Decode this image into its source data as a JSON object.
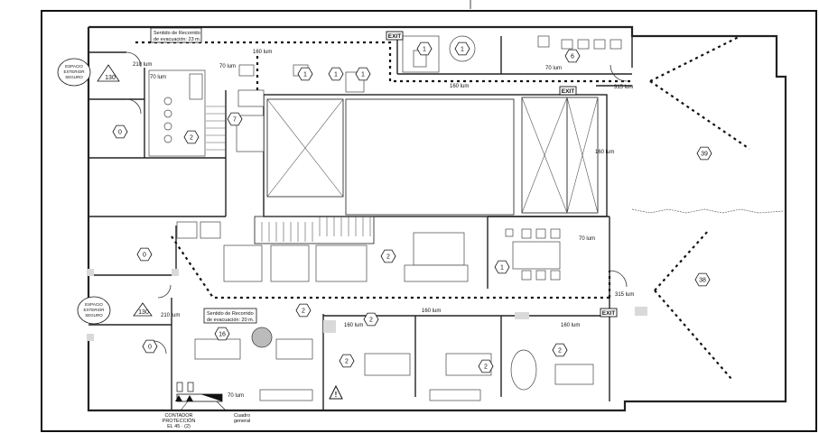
{
  "notes": {
    "route_long": [
      "Sentido de Recorrido",
      "de evacuación: 23 m."
    ],
    "route_short": [
      "Sentido de Recorrido",
      "de evacuación: 20 m."
    ]
  },
  "exterior": {
    "safe_space": [
      "ESPACIO",
      "EXTERIOR",
      "SEGURO"
    ]
  },
  "exit_label": "EXIT",
  "meter": {
    "counter": [
      "CONTADOR",
      "PROTECCIÓN",
      "EL 45 · (2)"
    ],
    "panel": [
      "Cuadro",
      "general"
    ]
  },
  "luminaires": {
    "l160": "160 lum",
    "l70": "70 lum",
    "l210": "210 lum",
    "l315": "315 lum"
  },
  "extinguisher": {
    "label": "130"
  },
  "occupancy": {
    "r0": "0",
    "r1": "1",
    "r2": "2",
    "r6": "6",
    "r7": "7",
    "r16": "16",
    "r38": "38",
    "r39": "39"
  },
  "colors": {
    "line": "#222222",
    "route": "#111111",
    "hatch": "#d9d9d9"
  }
}
